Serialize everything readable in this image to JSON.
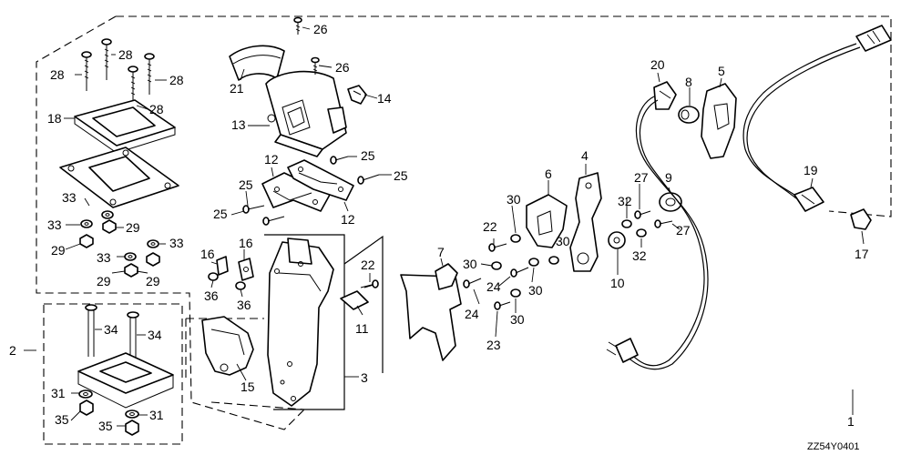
{
  "diagram": {
    "code": "ZZ54Y0401",
    "labels": {
      "l1": "1",
      "l2": "2",
      "l3": "3",
      "l4": "4",
      "l5": "5",
      "l6": "6",
      "l7": "7",
      "l8": "8",
      "l9": "9",
      "l10": "10",
      "l11": "11",
      "l12a": "12",
      "l12b": "12",
      "l13": "13",
      "l14": "14",
      "l15": "15",
      "l16a": "16",
      "l16b": "16",
      "l17": "17",
      "l18": "18",
      "l19": "19",
      "l20": "20",
      "l21": "21",
      "l22a": "22",
      "l22b": "22",
      "l23": "23",
      "l24a": "24",
      "l24b": "24",
      "l25a": "25",
      "l25b": "25",
      "l25c": "25",
      "l25d": "25",
      "l26a": "26",
      "l26b": "26",
      "l27a": "27",
      "l27b": "27",
      "l28a": "28",
      "l28b": "28",
      "l28c": "28",
      "l28d": "28",
      "l29a": "29",
      "l29b": "29",
      "l29c": "29",
      "l29d": "29",
      "l30a": "30",
      "l30b": "30",
      "l30c": "30",
      "l30d": "30",
      "l30e": "30",
      "l31a": "31",
      "l31b": "31",
      "l32a": "32",
      "l32b": "32",
      "l33a": "33",
      "l33b": "33",
      "l33c": "33",
      "l33d": "33",
      "l34a": "34",
      "l34b": "34",
      "l35a": "35",
      "l35b": "35",
      "l36a": "36",
      "l36b": "36"
    }
  }
}
